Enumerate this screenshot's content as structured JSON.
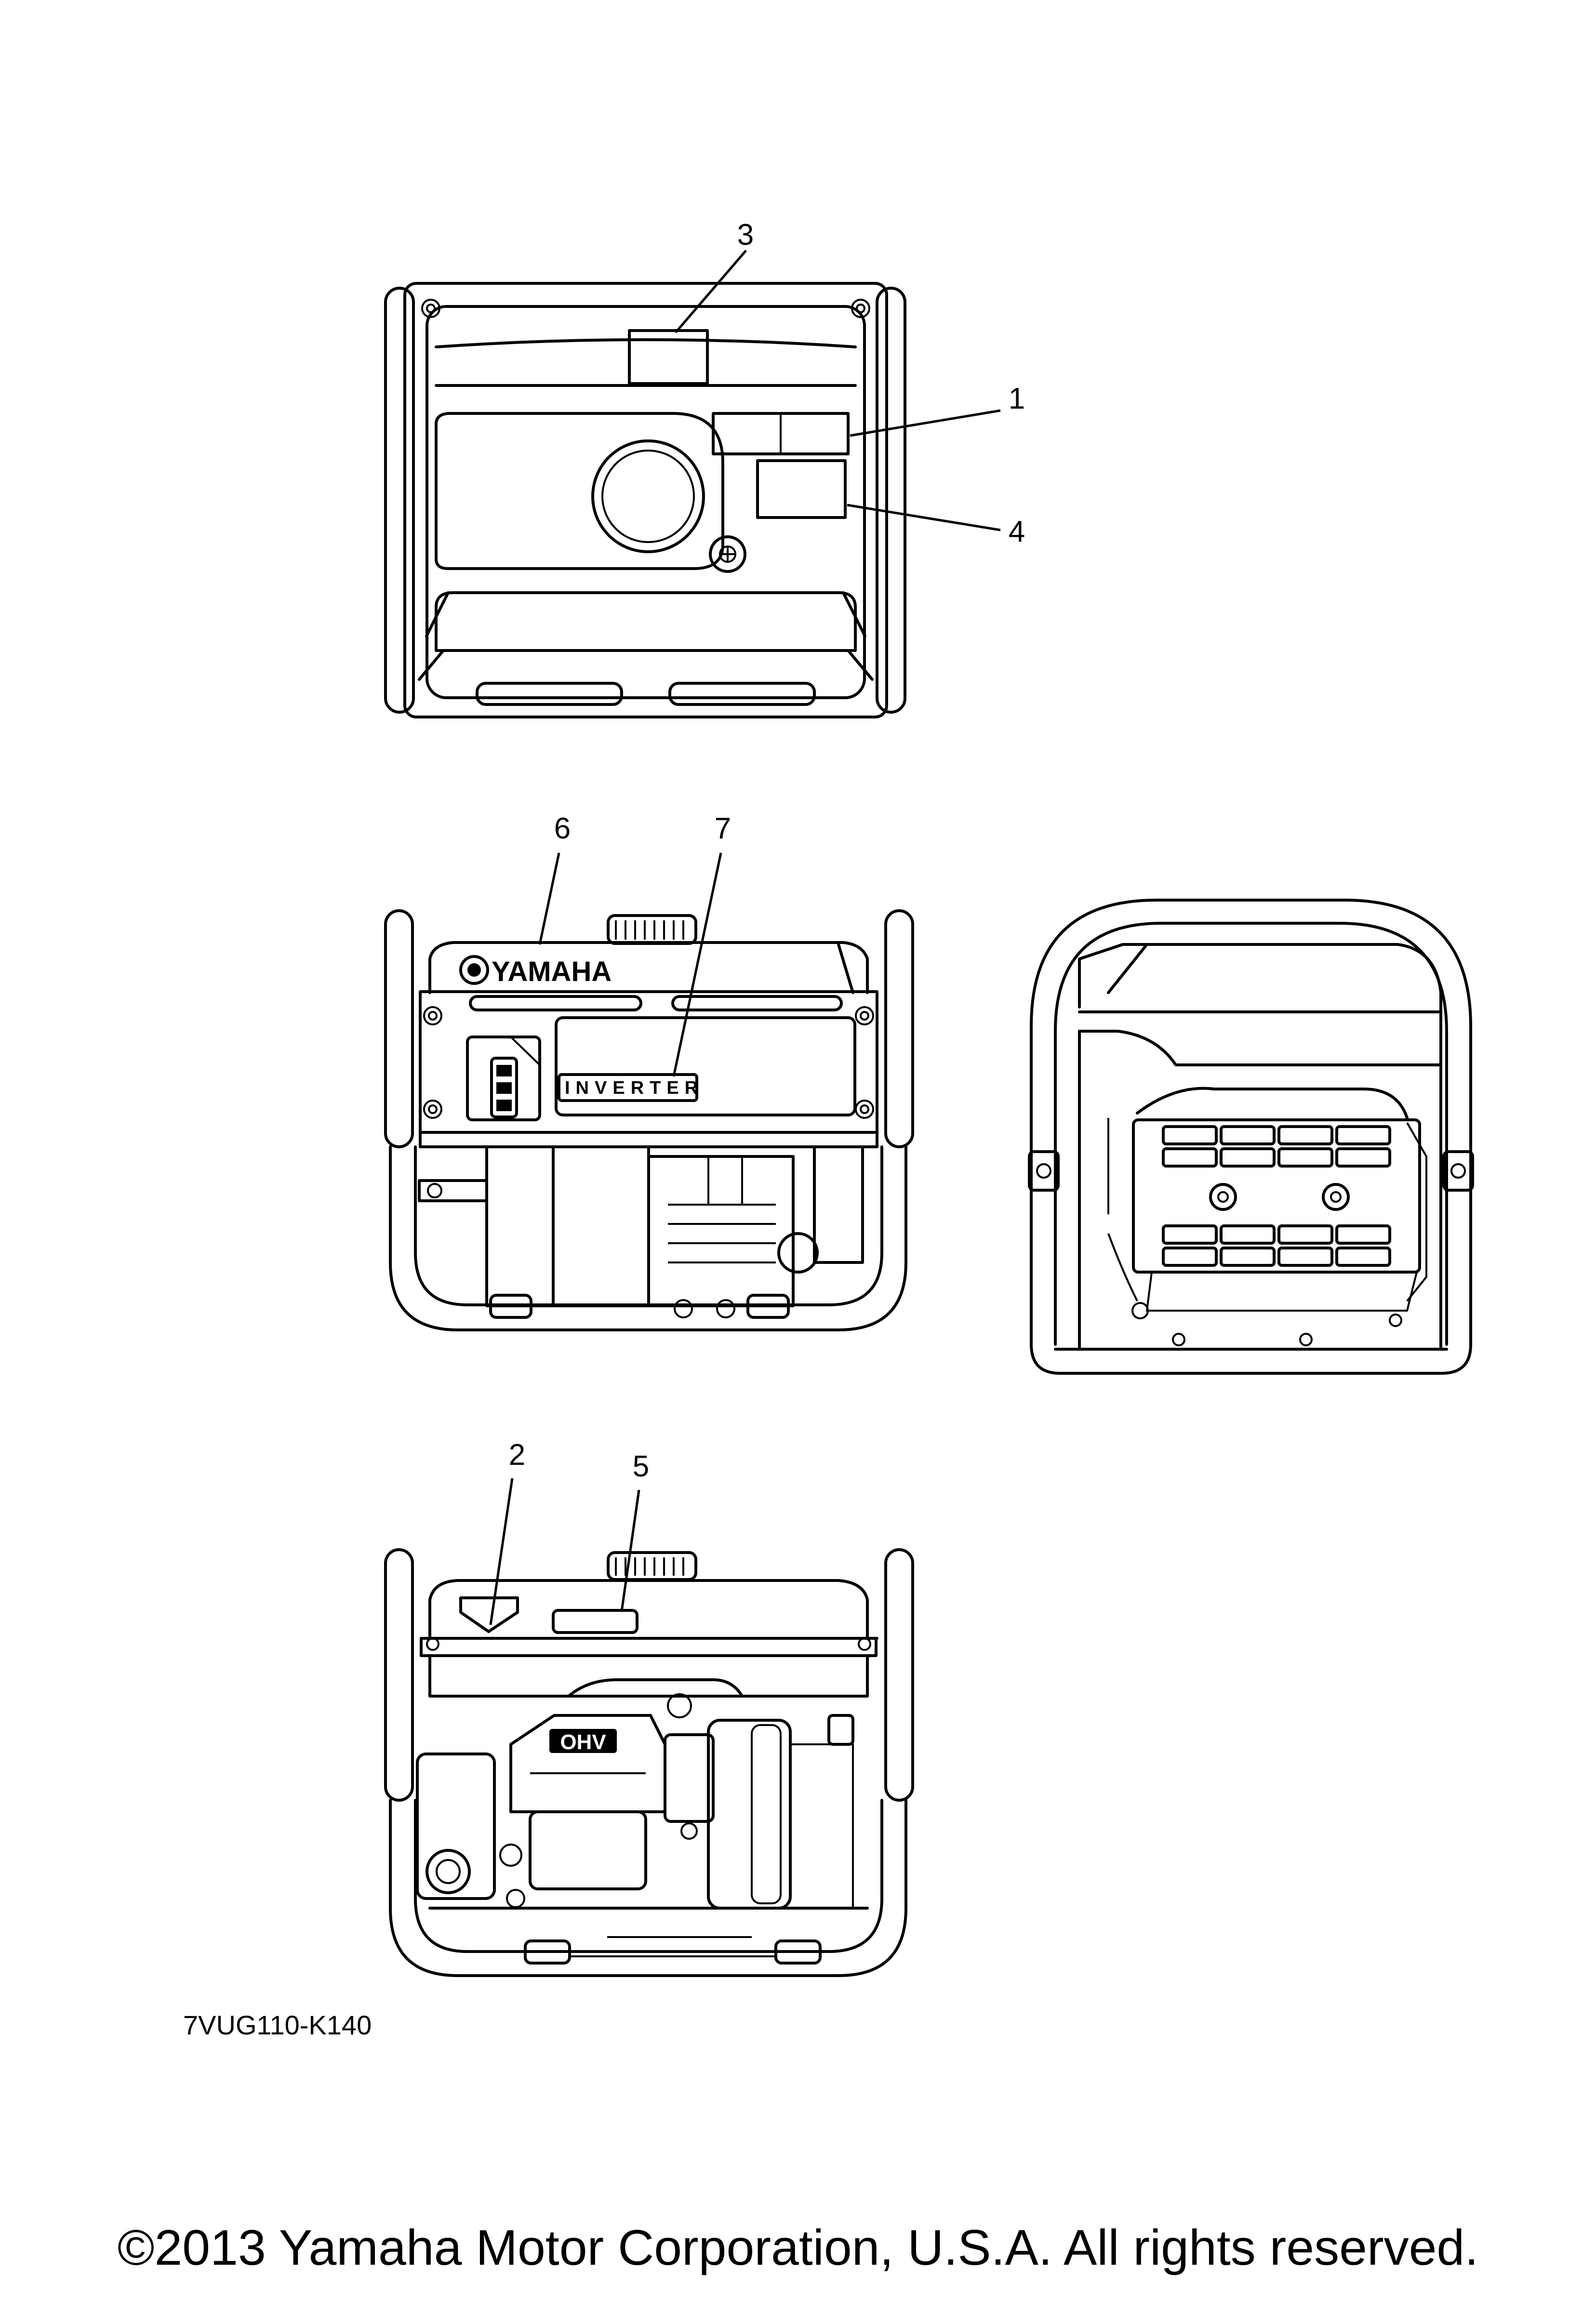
{
  "diagram": {
    "callouts": [
      "1",
      "2",
      "3",
      "4",
      "5",
      "6",
      "7"
    ],
    "product_labels": {
      "brand": "YAMAHA",
      "inverter": "INVERTER",
      "engine": "OHV"
    },
    "figure_code": "7VUG110-K140",
    "copyright": "©2013 Yamaha Motor Corporation, U.S.A. All rights reserved."
  }
}
